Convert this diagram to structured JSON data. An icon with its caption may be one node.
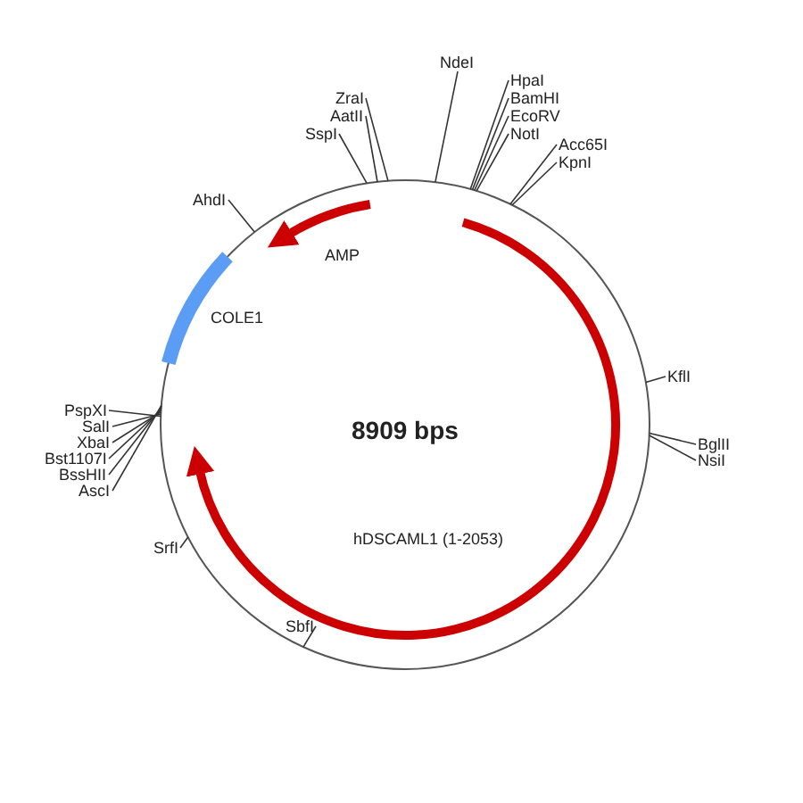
{
  "diagram": {
    "nodes": [
      {
        "text": [
          "NdeI"
        ]
      },
      {
        "text": [
          "ZraI"
        ]
      },
      {
        "text": [
          "AatII"
        ]
      },
      {
        "text": [
          "SspI"
        ]
      },
      {
        "text": [
          "HpaI"
        ]
      },
      {
        "text": [
          "BamHI"
        ]
      },
      {
        "text": [
          "EcoRV"
        ]
      },
      {
        "text": [
          "NotI"
        ]
      },
      {
        "text": [
          "Acc65I"
        ]
      },
      {
        "text": [
          "KpnI"
        ]
      },
      {
        "text": [
          "AhdI"
        ]
      },
      {
        "text": [
          "KflI"
        ]
      },
      {
        "text": [
          "PspXI"
        ]
      },
      {
        "text": [
          "SalI"
        ]
      },
      {
        "text": [
          "BglII"
        ]
      },
      {
        "text": [
          "XbaI"
        ]
      },
      {
        "text": [
          "NsiI"
        ]
      },
      {
        "text": [
          "Bst1107I"
        ]
      },
      {
        "text": [
          "BssHII"
        ]
      },
      {
        "text": [
          "AscI"
        ]
      },
      {
        "text": [
          "SrfI"
        ]
      },
      {
        "text": [
          "SbfI"
        ]
      }
    ],
    "edges": [
      {
        "from": 0,
        "to": null,
        "arrow": "none"
      },
      {
        "from": 1,
        "to": null,
        "arrow": "none"
      },
      {
        "from": 2,
        "to": null,
        "arrow": "none"
      },
      {
        "from": 3,
        "to": null,
        "arrow": "none"
      },
      {
        "from": 4,
        "to": null,
        "arrow": "none"
      },
      {
        "from": 5,
        "to": null,
        "arrow": "none"
      },
      {
        "from": 6,
        "to": null,
        "arrow": "none"
      },
      {
        "from": 7,
        "to": null,
        "arrow": "none"
      },
      {
        "from": 8,
        "to": null,
        "arrow": "none"
      },
      {
        "from": 9,
        "to": null,
        "arrow": "none"
      },
      {
        "from": 10,
        "to": null,
        "arrow": "none"
      },
      {
        "from": 11,
        "to": null,
        "arrow": "none"
      },
      {
        "from": 12,
        "to": null,
        "arrow": "none"
      },
      {
        "from": 13,
        "to": null,
        "arrow": "none"
      },
      {
        "from": 14,
        "to": null,
        "arrow": "none"
      },
      {
        "from": 15,
        "to": null,
        "arrow": "none"
      },
      {
        "from": 16,
        "to": null,
        "arrow": "none"
      },
      {
        "from": 17,
        "to": null,
        "arrow": "none"
      },
      {
        "from": 18,
        "to": null,
        "arrow": "none"
      },
      {
        "from": 19,
        "to": null,
        "arrow": "none"
      },
      {
        "from": 20,
        "to": null,
        "arrow": "none"
      },
      {
        "from": 21,
        "to": null,
        "arrow": "none"
      }
    ],
    "labels": [
      "AMP",
      "COLE1",
      "8909 bps",
      "hDSCAML1 (1-2053)"
    ]
  }
}
